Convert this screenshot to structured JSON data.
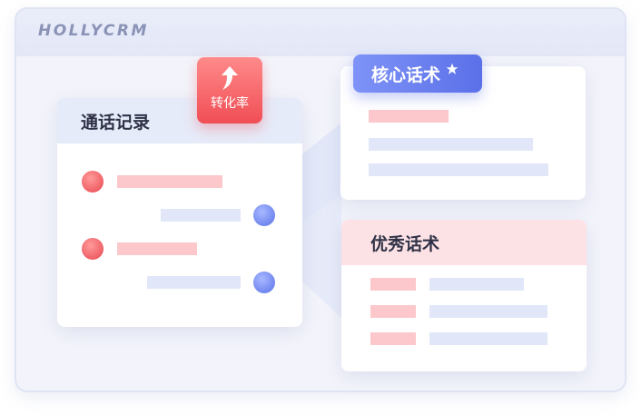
{
  "app": {
    "brand": "HOLLYCRM"
  },
  "call_records": {
    "title": "通话记录"
  },
  "conversion": {
    "label": "转化率"
  },
  "core_script": {
    "title": "核心话术"
  },
  "excellent_script": {
    "title": "优秀话术"
  },
  "colors": {
    "accent_red": "#f04e55",
    "accent_blue": "#5b70e8",
    "placeholder_pink": "#fcc8cc",
    "placeholder_blue": "#e1e7f8"
  },
  "icons": {
    "conversion": "curved-up-arrow-icon",
    "core_script": "star-icon"
  }
}
